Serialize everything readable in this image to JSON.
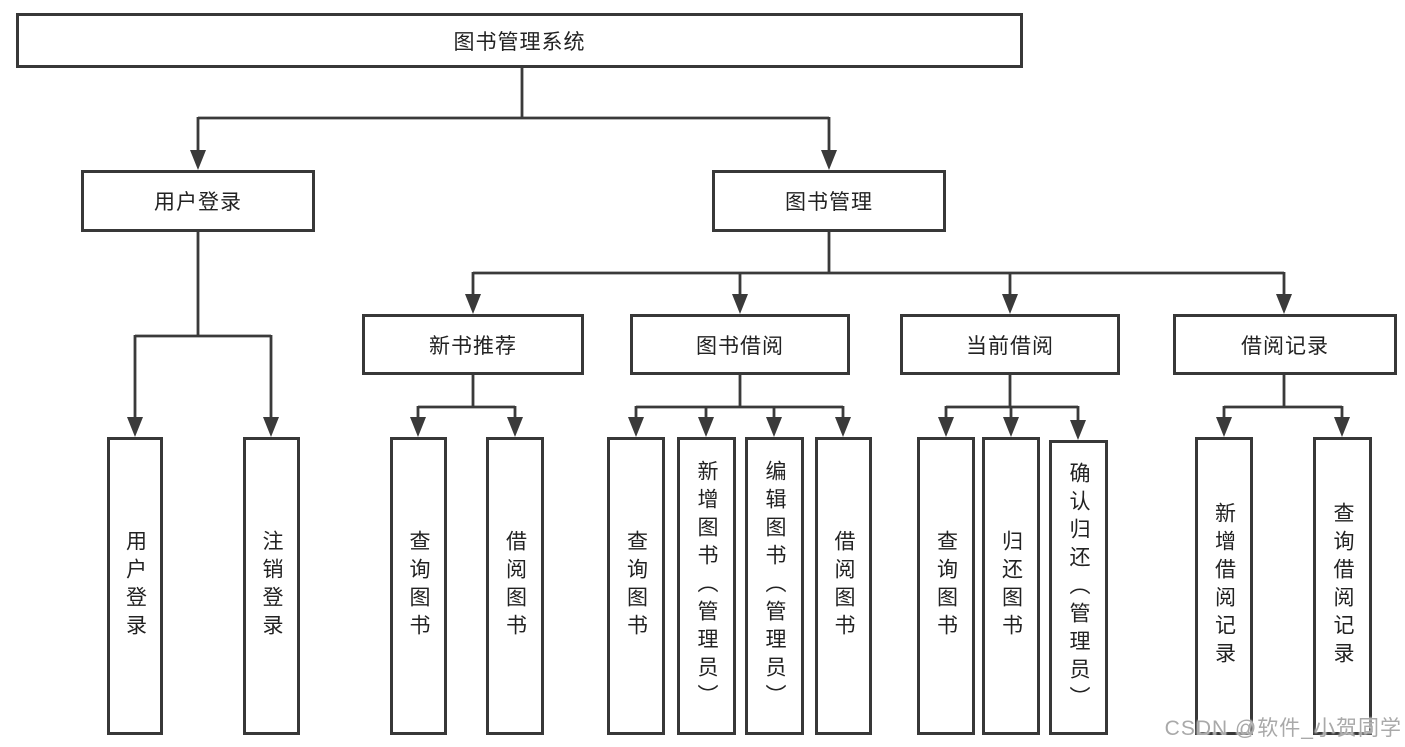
{
  "diagram": {
    "title": "图书管理系统",
    "branches": [
      {
        "label": "用户登录",
        "children": [
          {
            "label": "用户登录"
          },
          {
            "label": "注销登录"
          }
        ]
      },
      {
        "label": "图书管理",
        "children": [
          {
            "label": "新书推荐",
            "children": [
              {
                "label": "查询图书"
              },
              {
                "label": "借阅图书"
              }
            ]
          },
          {
            "label": "图书借阅",
            "children": [
              {
                "label": "查询图书"
              },
              {
                "label": "新增图书（管理员）"
              },
              {
                "label": "编辑图书（管理员）"
              },
              {
                "label": "借阅图书"
              }
            ]
          },
          {
            "label": "当前借阅",
            "children": [
              {
                "label": "查询图书"
              },
              {
                "label": "归还图书"
              },
              {
                "label": "确认归还（管理员）"
              }
            ]
          },
          {
            "label": "借阅记录",
            "children": [
              {
                "label": "新增借阅记录"
              },
              {
                "label": "查询借阅记录"
              }
            ]
          }
        ]
      }
    ]
  },
  "watermark": {
    "text": "CSDN @软件_小贺同学"
  },
  "colors": {
    "line": "#3a3a3a",
    "box_border": "#383838",
    "box_fill": "#ffffff",
    "text": "#222222",
    "watermark": "#a9a9a9",
    "background": "#ffffff"
  }
}
